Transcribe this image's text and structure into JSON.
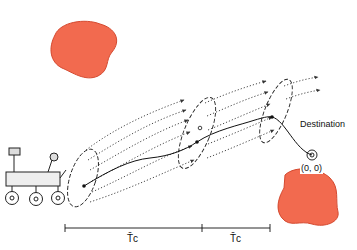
{
  "diagram": {
    "labels": [
      "Destination",
      "(0, 0)",
      "T̄c",
      "T̄c"
    ]
  }
}
